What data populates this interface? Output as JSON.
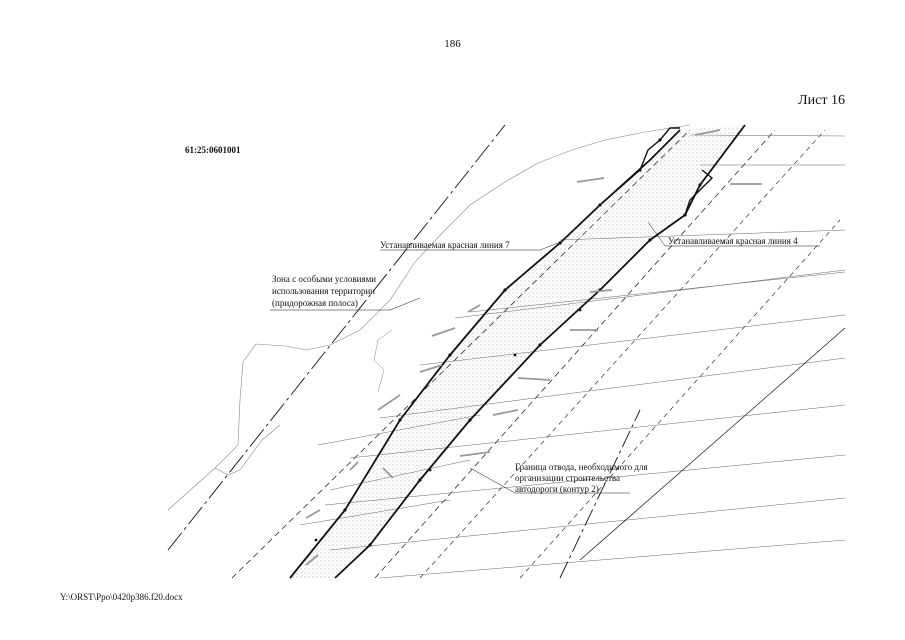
{
  "page_number": "186",
  "sheet_label": "Лист 16",
  "cadastral_block": "61:25:0601001",
  "footer_path": "Y:\\ORST\\Ppo\\0420p386.f20.docx",
  "annotations": {
    "red_line_7": "Устанавливаемая красная линия 7",
    "red_line_4": "Устанавливаемая красная линия 4",
    "zone": [
      "Зона с особыми условиями",
      "использования территории",
      "(придорожная полоса)"
    ],
    "boundary": [
      "Граница отвода, необходимого для",
      "организации строительства",
      "автодороги (контур 2)"
    ]
  },
  "colors": {
    "line": "#111111",
    "hatch": "#9a9a9a",
    "contour": "#777777"
  }
}
